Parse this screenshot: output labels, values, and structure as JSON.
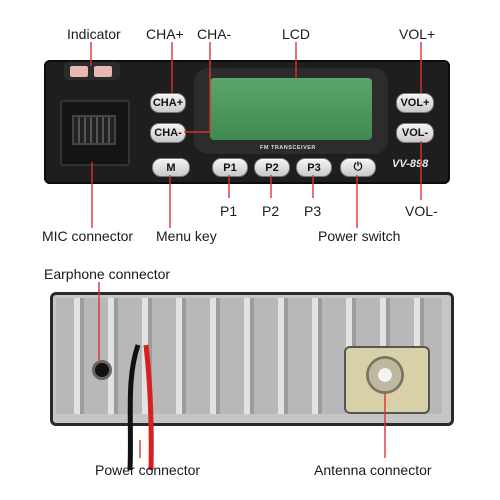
{
  "labels": {
    "indicator": "Indicator",
    "cha_plus": "CHA+",
    "cha_minus": "CHA-",
    "lcd": "LCD",
    "vol_plus": "VOL+",
    "vol_minus": "VOL-",
    "p1": "P1",
    "p2": "P2",
    "p3": "P3",
    "mic_connector": "MIC connector",
    "menu_key": "Menu key",
    "power_switch": "Power switch",
    "earphone_connector": "Earphone connector",
    "power_connector": "Power connector",
    "antenna_connector": "Antenna connector"
  },
  "radio": {
    "btn_cha_plus": "CHA+",
    "btn_cha_minus": "CHA-",
    "btn_m": "M",
    "btn_p1": "P1",
    "btn_p2": "P2",
    "btn_p3": "P3",
    "btn_vol_plus": "VOL+",
    "btn_vol_minus": "VOL-",
    "lcd_caption": "FM TRANSCEIVER",
    "model": "VV-898",
    "power_symbol": "⏻"
  }
}
